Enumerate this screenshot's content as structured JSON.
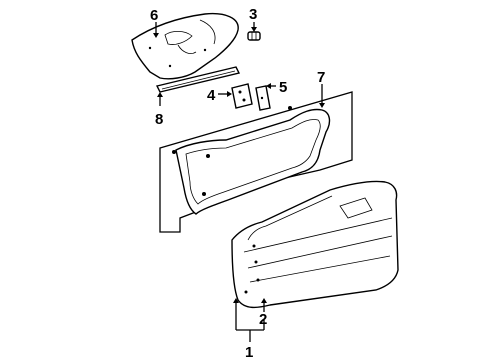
{
  "callouts": [
    {
      "id": "1",
      "label": "1"
    },
    {
      "id": "2",
      "label": "2"
    },
    {
      "id": "3",
      "label": "3"
    },
    {
      "id": "4",
      "label": "4"
    },
    {
      "id": "5",
      "label": "5"
    },
    {
      "id": "6",
      "label": "6"
    },
    {
      "id": "7",
      "label": "7"
    },
    {
      "id": "8",
      "label": "8"
    }
  ],
  "colors": {
    "ink": "#000000",
    "paper": "#ffffff"
  }
}
